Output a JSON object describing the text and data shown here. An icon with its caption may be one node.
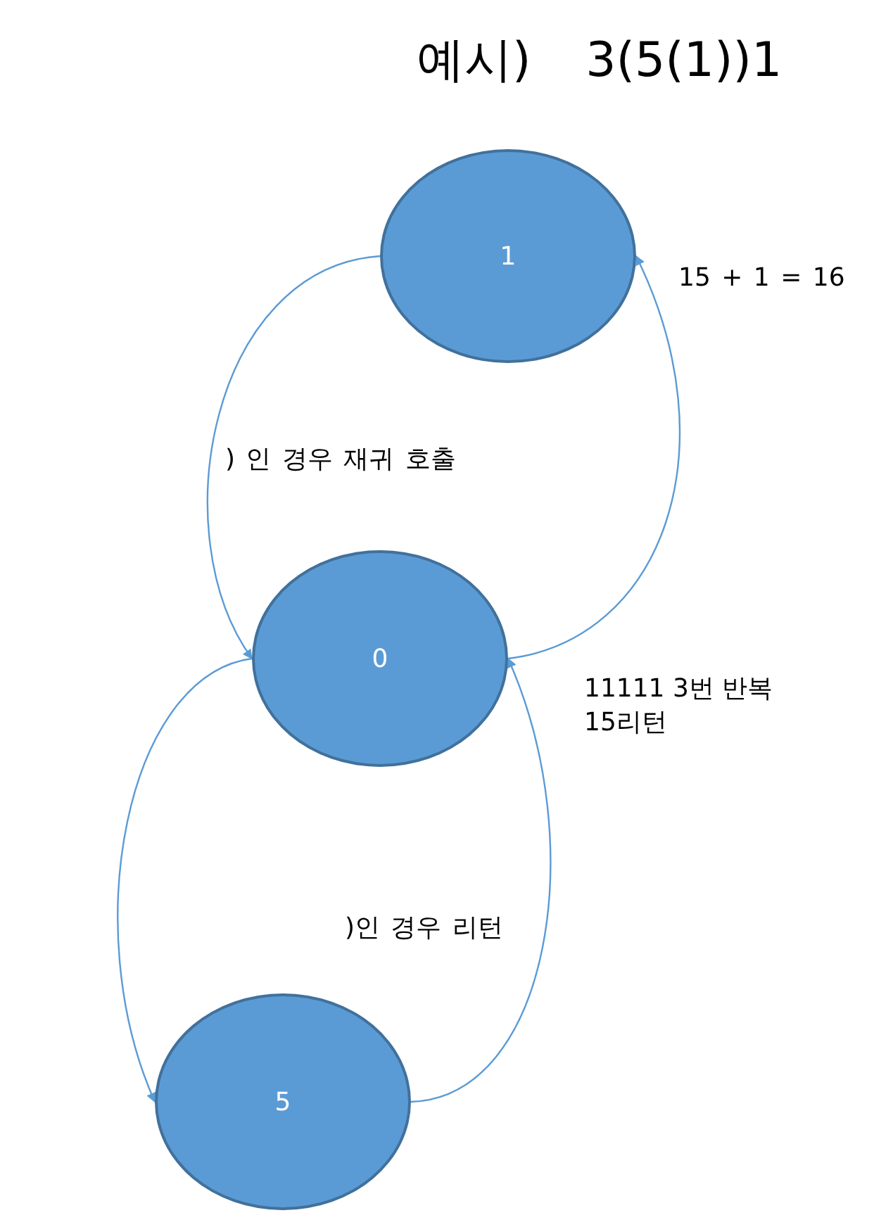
{
  "diagram": {
    "title": "예시) 3(5(1))1",
    "nodes": [
      {
        "text": [
          "1"
        ]
      },
      {
        "text": [
          "0"
        ]
      },
      {
        "text": [
          "5"
        ]
      }
    ],
    "edges": [
      {
        "from": 0,
        "to": 1,
        "arrow": "to"
      },
      {
        "from": 1,
        "to": 2,
        "arrow": "to"
      },
      {
        "from": 2,
        "to": 1,
        "arrow": "to"
      },
      {
        "from": 1,
        "to": 0,
        "arrow": "to"
      }
    ],
    "labels": [
      "15 + 1 = 16",
      ") 인 경우 재귀 호출",
      "11111 3번 반복 15리턴",
      ")인 경우 리턴"
    ]
  }
}
